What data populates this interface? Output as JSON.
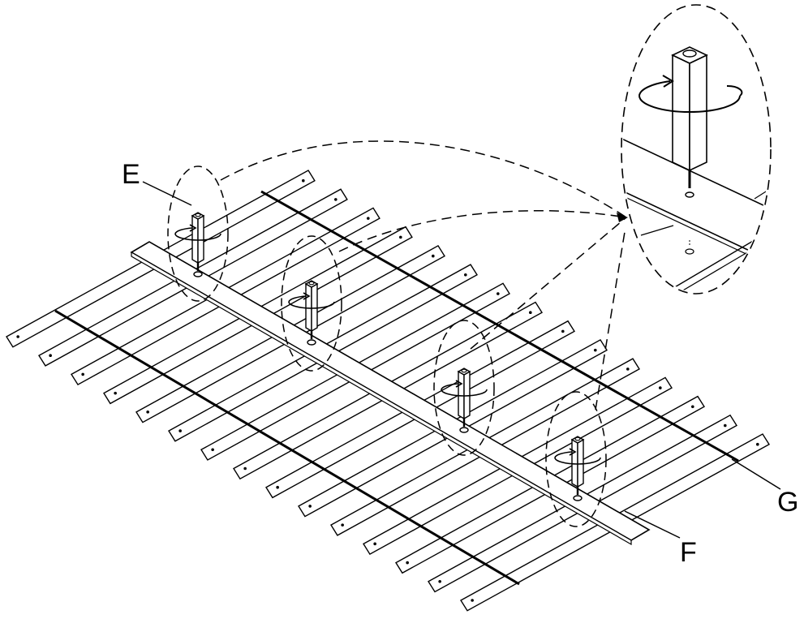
{
  "labels": {
    "e": "E",
    "f": "F",
    "g": "G"
  },
  "colors": {
    "ink": "#000000",
    "paper": "#ffffff"
  },
  "icons": [
    "rotation-arrow-icon",
    "screw-icon",
    "square-driver-bit-icon"
  ]
}
